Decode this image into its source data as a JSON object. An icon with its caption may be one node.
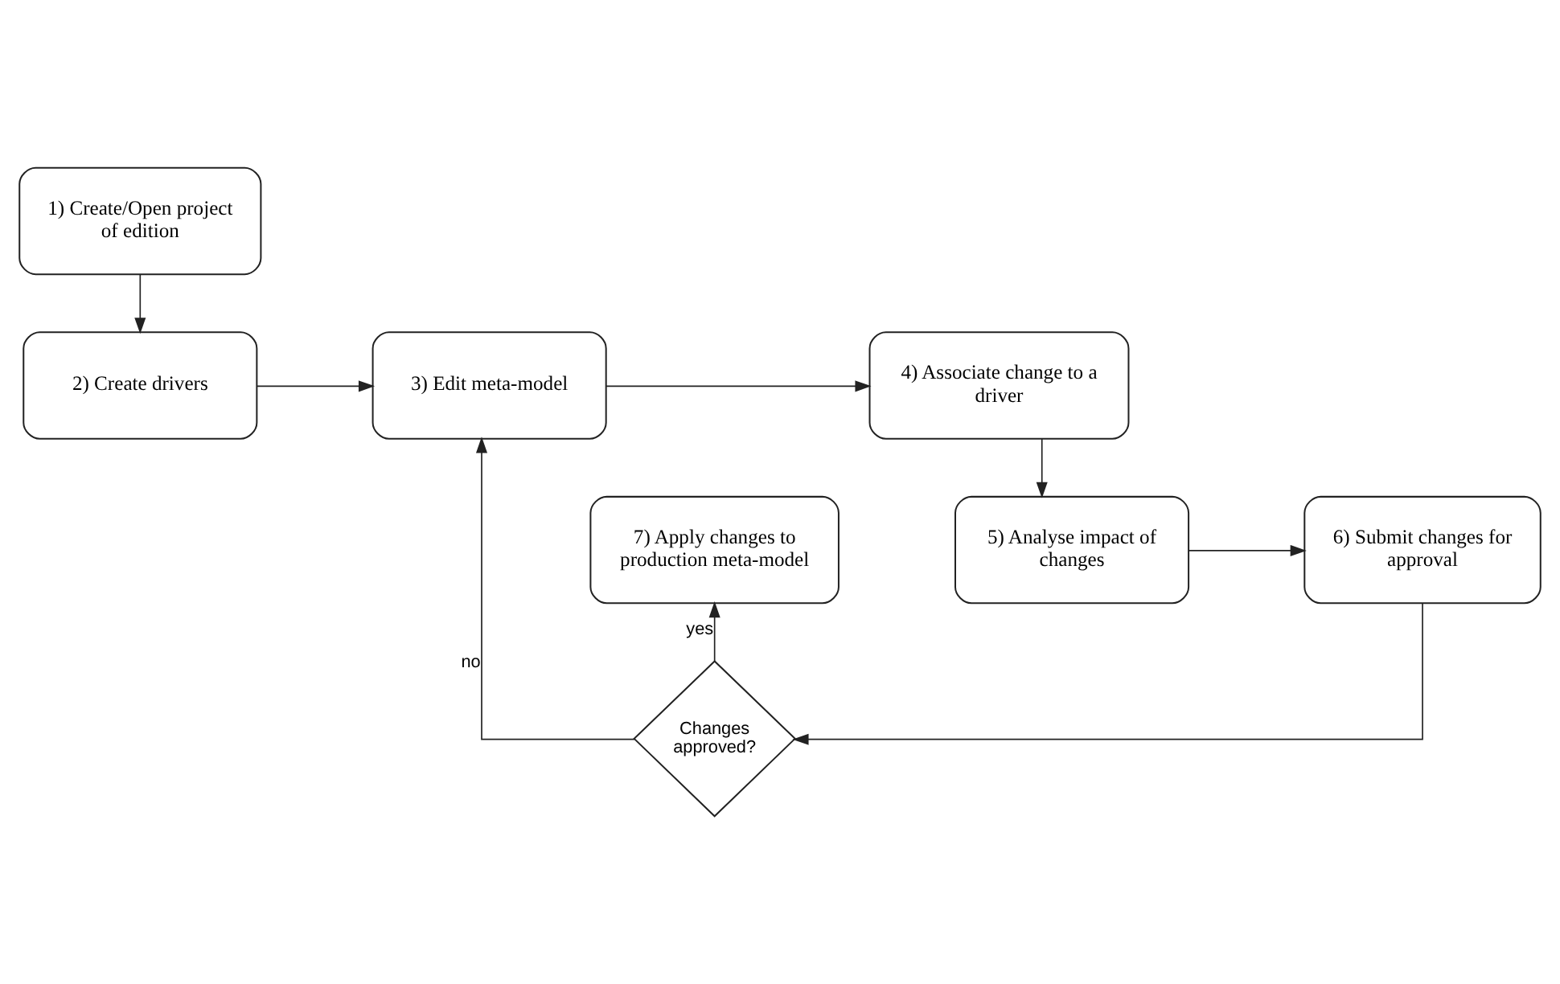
{
  "diagram": {
    "nodes": [
      {
        "text": [
          "1) Create/Open project of edition"
        ]
      },
      {
        "text": [
          "2) Create drivers"
        ]
      },
      {
        "text": [
          "3) Edit meta-model"
        ]
      },
      {
        "text": [
          "4) Associate change to a driver"
        ]
      },
      {
        "text": [
          "Changes approved?"
        ]
      },
      {
        "text": [
          "7) Apply changes to production meta-model"
        ]
      },
      {
        "text": [
          "6) Submit changes for approval"
        ]
      },
      {
        "text": [
          "5) Analyse impact of changes"
        ]
      }
    ],
    "edges": [
      {
        "from": 0,
        "to": 1,
        "arrow": "to"
      },
      {
        "from": 1,
        "to": 2,
        "arrow": "to"
      },
      {
        "from": 2,
        "to": 3,
        "arrow": "to"
      },
      {
        "from": 3,
        "to": 7,
        "arrow": "to"
      },
      {
        "from": 7,
        "to": 6,
        "arrow": "to"
      },
      {
        "from": 6,
        "to": 4,
        "arrow": "to"
      },
      {
        "from": 4,
        "to": 2,
        "arrow": "to",
        "label": "no"
      },
      {
        "from": 4,
        "to": 5,
        "arrow": "to",
        "label": "yes"
      }
    ]
  }
}
